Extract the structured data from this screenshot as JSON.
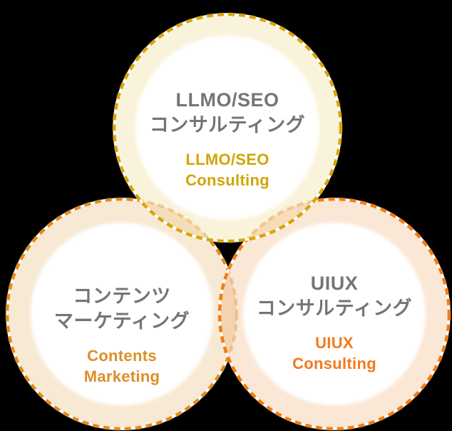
{
  "background_color": "#000000",
  "diagram": {
    "type": "venn-three-circles",
    "circles": [
      {
        "id": "llmo-seo-consulting",
        "position": "top",
        "title_ja": "LLMO/SEO\nコンサルティング",
        "subtitle_en": "LLMO/SEO\nConsulting",
        "fill_color": "#FAF3DC",
        "border_color": "#D6A60B",
        "inner_disc_color": "#FFFFFF",
        "title_color": "#757575",
        "subtitle_color": "#D2A504"
      },
      {
        "id": "contents-marketing",
        "position": "bottom-left",
        "title_ja": "コンテンツ\nマーケティング",
        "subtitle_en": "Contents\nMarketing",
        "fill_color": "#F8E9D5",
        "border_color": "#E08D1D",
        "inner_disc_color": "#FFFFFF",
        "title_color": "#757575",
        "subtitle_color": "#DC8F28"
      },
      {
        "id": "uiux-consulting",
        "position": "bottom-right",
        "title_ja": "UIUX\nコンサルティング",
        "subtitle_en": "UIUX\nConsulting",
        "fill_color": "#FBE7D5",
        "border_color": "#F27D12",
        "inner_disc_color": "#FFFFFF",
        "title_color": "#757575",
        "subtitle_color": "#F4791C"
      }
    ]
  }
}
